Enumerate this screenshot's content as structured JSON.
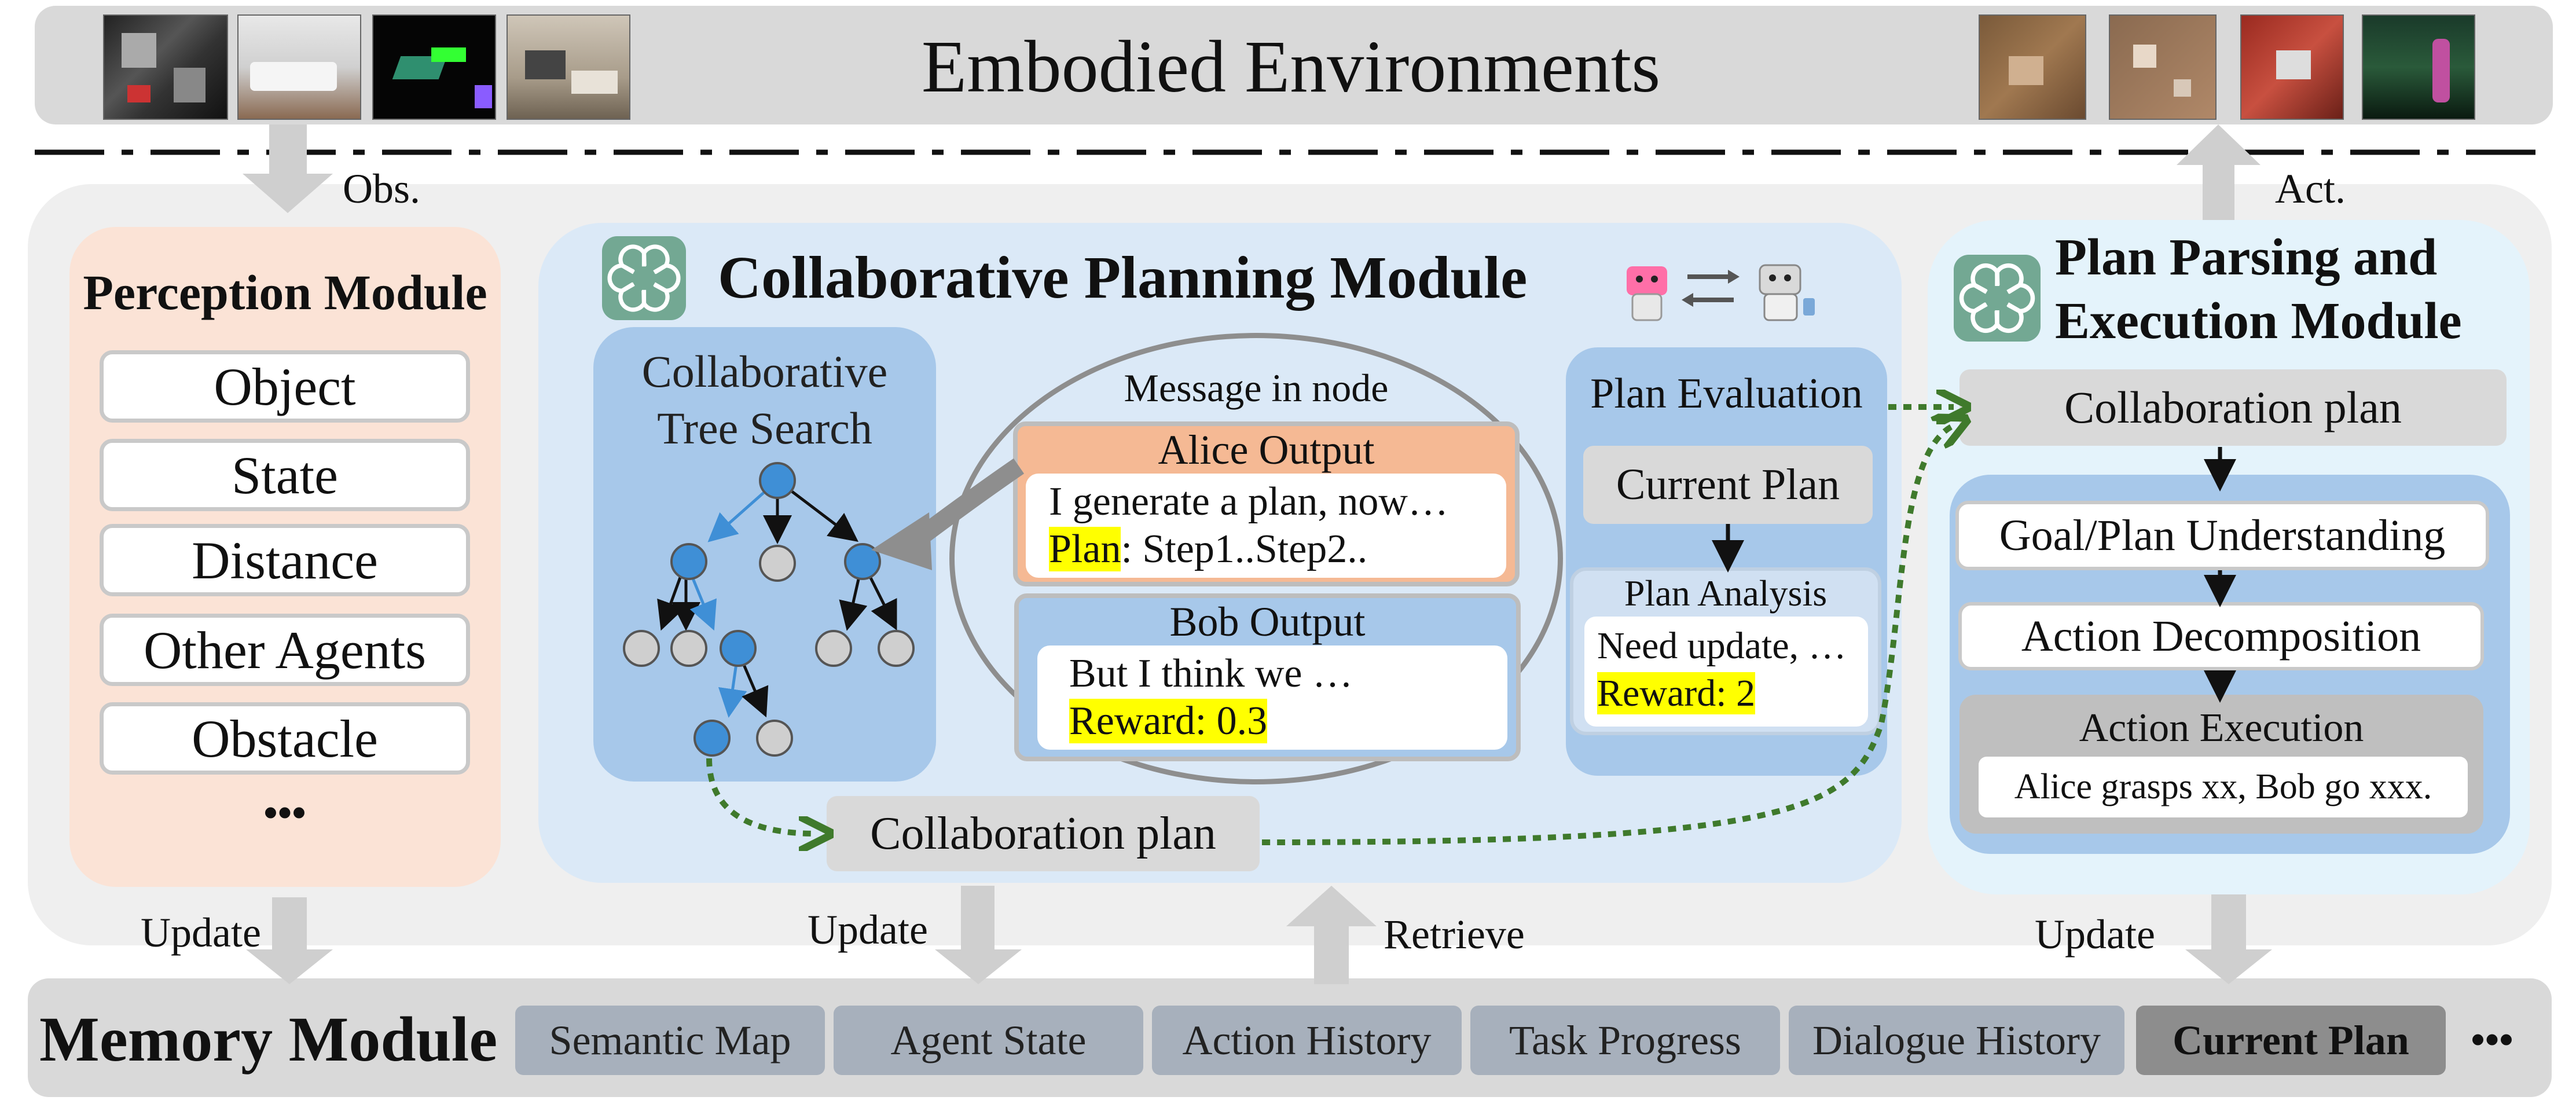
{
  "header": {
    "title": "Embodied Environments",
    "left_images": [
      "top-down-map-image",
      "living-room-render-image",
      "semantic-segmentation-image",
      "living-room-photo-image"
    ],
    "right_images": [
      "kitchen-topdown-image",
      "floor-topdown-image",
      "red-room-topdown-image",
      "dark-scene-image"
    ]
  },
  "flow_labels": {
    "obs": "Obs.",
    "act": "Act.",
    "update_perception": "Update",
    "update_planning": "Update",
    "retrieve": "Retrieve",
    "update_execution": "Update"
  },
  "perception": {
    "title": "Perception Module",
    "items": [
      "Object",
      "State",
      "Distance",
      "Other Agents",
      "Obstacle"
    ],
    "more": "•••"
  },
  "planning": {
    "title": "Collaborative Planning Module",
    "tree_search": {
      "title_line1": "Collaborative",
      "title_line2": "Tree Search"
    },
    "message": {
      "caption": "Message in node",
      "alice": {
        "title": "Alice Output",
        "line1": "I generate a plan, now…",
        "plan_label": "Plan",
        "plan_rest": ": Step1..Step2.."
      },
      "bob": {
        "title": "Bob Output",
        "line1": "But I think we …",
        "reward": "Reward: 0.3"
      }
    },
    "evaluation": {
      "title": "Plan Evaluation",
      "current_plan": "Current Plan",
      "analysis_title": "Plan Analysis",
      "analysis_line": "Need update, …",
      "reward": "Reward: 2"
    },
    "collab_plan": "Collaboration plan"
  },
  "execution": {
    "title_line1": "Plan Parsing and",
    "title_line2": "Execution Module",
    "collab_plan": "Collaboration plan",
    "goal_understanding": "Goal/Plan Understanding",
    "action_decomposition": "Action Decomposition",
    "action_execution_title": "Action Execution",
    "action_execution_text": "Alice grasps xx, Bob go xxx."
  },
  "memory": {
    "title": "Memory Module",
    "items": [
      "Semantic Map",
      "Agent State",
      "Action History",
      "Task Progress",
      "Dialogue History",
      "Current Plan"
    ],
    "more": "•••"
  },
  "colors": {
    "outer_gray": "#efefef",
    "perception_bg": "#fbe3d6",
    "planning_bg": "#dbe9f7",
    "tree_bg": "#a7c8ea",
    "execution_bg": "#e4f3fb",
    "dotted_green": "#3f7a2c",
    "node_blue": "#3f8fd6",
    "node_gray": "#cfcfcf",
    "highlight": "#ffff00"
  }
}
